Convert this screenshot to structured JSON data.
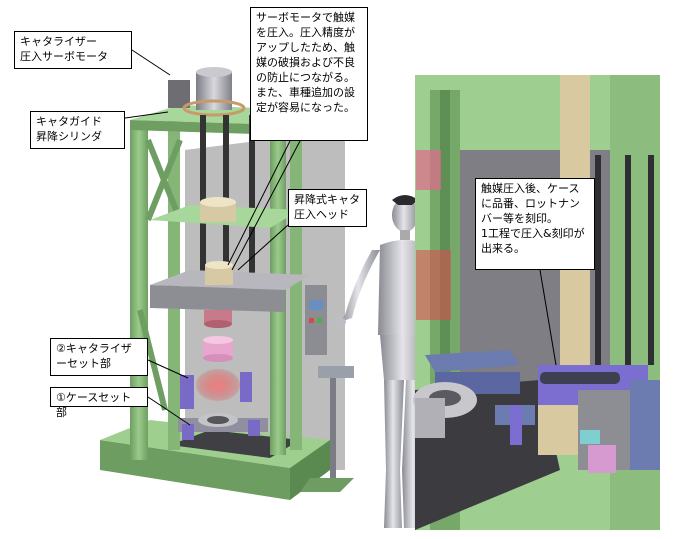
{
  "callouts": {
    "catalyzer_motor": "キャタライザー\n圧入サーボモータ",
    "guide_cylinder": "キャタガイド\n昇降シリンダ",
    "servo_description": "サーボモータで触媒を圧入。圧入精度がアップしたため、触媒の破損および不良の防止につながる。\nまた、車種追加の設定が容易になった。",
    "lift_head": "昇降式キャタ\n圧入ヘッド",
    "catalyzer_set": "②キャタライザーセット部",
    "case_set": "①ケースセット部",
    "stamp_description": "触媒圧入後、ケースに品番、ロットナンバー等を刻印。\n1工程で圧入&刻印が出来る。"
  },
  "colors": {
    "frame_green": "#8dbd7e",
    "frame_dark": "#5f8f55",
    "metal_gray": "#a8a8b0",
    "robot_silver": "#c8c8d0",
    "panel_gray": "#6e6e72",
    "purple": "#7a6ac8",
    "pink": "#e2a0c8",
    "red_glow": "#e05050"
  }
}
